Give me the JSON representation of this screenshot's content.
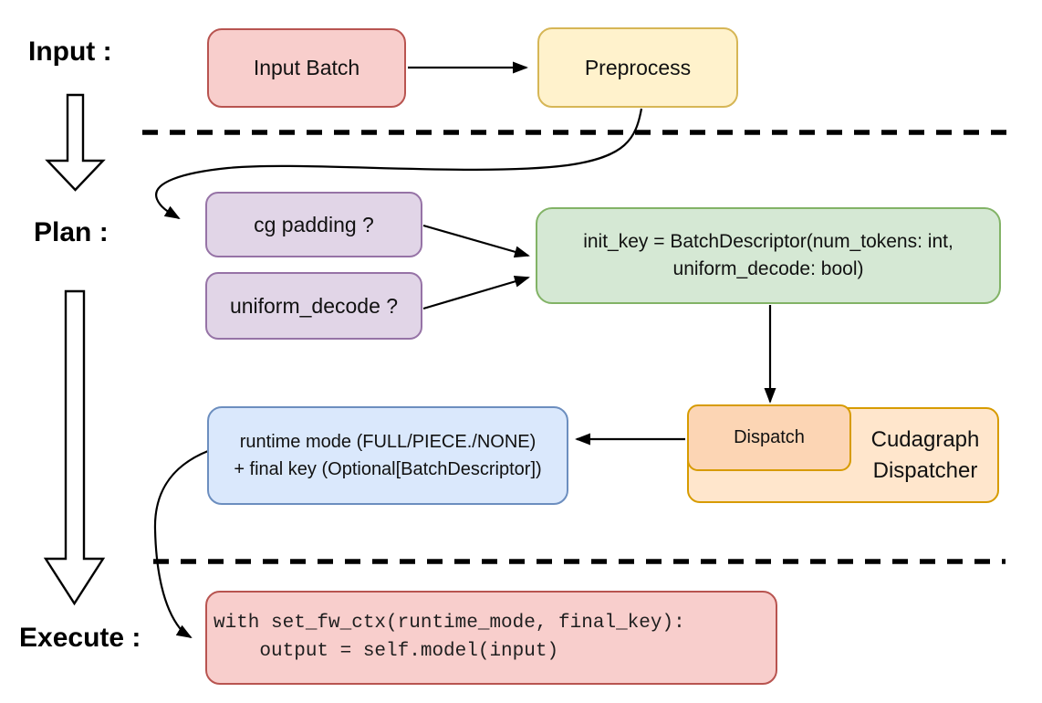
{
  "stage_labels": {
    "input": "Input :",
    "plan": "Plan :",
    "execute": "Execute :"
  },
  "nodes": {
    "input_batch": {
      "label": "Input Batch"
    },
    "preprocess": {
      "label": "Preprocess"
    },
    "cg_padding": {
      "label": "cg padding ?"
    },
    "uniform_decode": {
      "label": "uniform_decode ?"
    },
    "init_key": {
      "line1": "init_key = BatchDescriptor(num_tokens: int,",
      "line2": "uniform_decode: bool)"
    },
    "dispatch": {
      "label": "Dispatch"
    },
    "cudagraph_dispatcher": {
      "label": "Cudagraph Dispatcher"
    },
    "runtime_mode": {
      "line1": "runtime mode (FULL/PIECE./NONE)",
      "line2": "+ final key (Optional[BatchDescriptor])"
    },
    "execute_code": {
      "line1": "with set_fw_ctx(runtime_mode, final_key):",
      "line2": "    output = self.model(input)"
    }
  },
  "edges": [
    {
      "from": "input-batch",
      "to": "preprocess",
      "style": "straight-arrow"
    },
    {
      "from": "preprocess",
      "to": "cg-padding",
      "style": "curved-arrow"
    },
    {
      "from": "cg-padding",
      "to": "init-key",
      "style": "straight-arrow"
    },
    {
      "from": "uniform-decode",
      "to": "init-key",
      "style": "straight-arrow"
    },
    {
      "from": "init-key",
      "to": "dispatch",
      "style": "straight-arrow"
    },
    {
      "from": "dispatch",
      "to": "runtime-mode",
      "style": "straight-arrow"
    },
    {
      "from": "runtime-mode",
      "to": "execute-code",
      "style": "curved-arrow"
    }
  ],
  "colors": {
    "red_fill": "#f8cecc",
    "red_stroke": "#b85450",
    "yellow_fill": "#fff2cc",
    "yellow_stroke": "#d6b656",
    "purple_fill": "#e1d5e7",
    "purple_stroke": "#9673a6",
    "green_fill": "#d5e8d4",
    "green_stroke": "#82b366",
    "orange_fill": "#ffe6cc",
    "orange_inner_fill": "#fcd5b4",
    "orange_stroke": "#d79b00",
    "blue_fill": "#dae8fc",
    "blue_stroke": "#6c8ebf",
    "line_color": "#000000"
  }
}
